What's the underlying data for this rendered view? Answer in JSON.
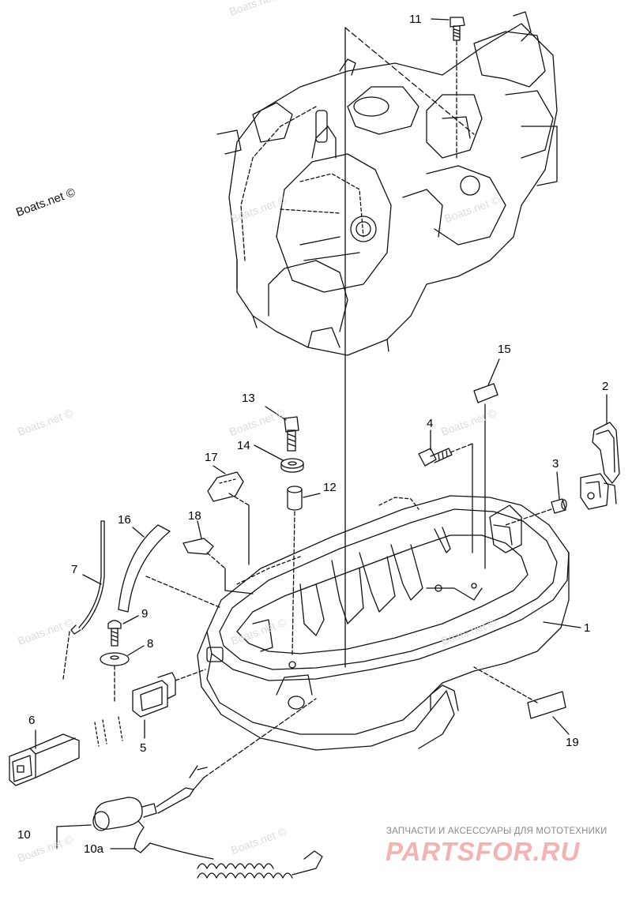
{
  "callouts": {
    "c1": "1",
    "c2": "2",
    "c3": "3",
    "c4": "4",
    "c5": "5",
    "c6": "6",
    "c7": "7",
    "c8": "8",
    "c9": "9",
    "c10": "10",
    "c10a": "10a",
    "c11": "11",
    "c12": "12",
    "c13": "13",
    "c14": "14",
    "c15": "15",
    "c16": "16",
    "c17": "17",
    "c18": "18",
    "c19": "19"
  },
  "watermark": {
    "text": "Boats.net ©",
    "brand_tagline": "ЗАПЧАСТИ И АКСЕССУАРЫ ДЛЯ МОТОТЕХНИКИ",
    "brand_name": "PARTSFOR.RU"
  },
  "colors": {
    "line": "#111111",
    "watermark": "#dcdcdc",
    "brand": "#f2b3b3"
  }
}
